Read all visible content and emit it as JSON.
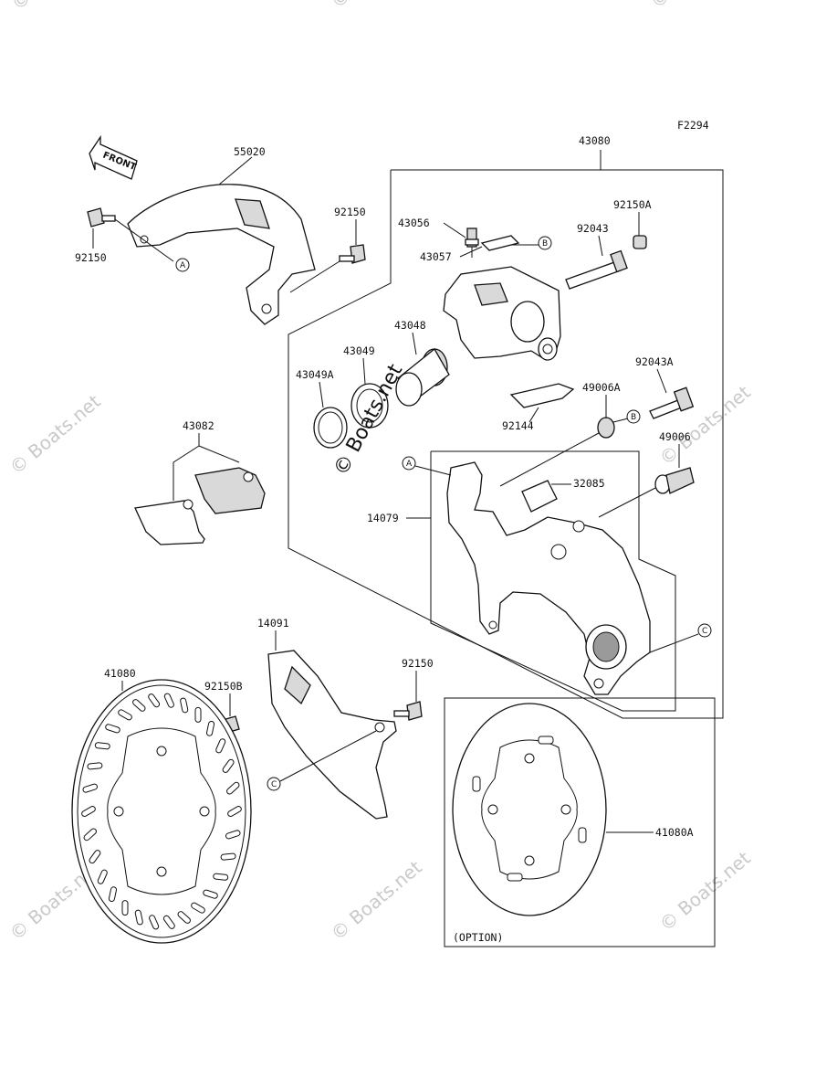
{
  "figure_code": "F2294",
  "front_label": "FRONT",
  "option_label": "(OPTION)",
  "watermark": "© Boats.net",
  "parts": {
    "p55020": "55020",
    "p43080": "43080",
    "p92150_tl": "92150",
    "p92150_tr": "92150",
    "p92150a": "92150A",
    "p43056": "43056",
    "p43057": "43057",
    "p92043": "92043",
    "p43048": "43048",
    "p43049": "43049",
    "p43049a": "43049A",
    "p92043a": "92043A",
    "p49006a": "49006A",
    "p43082": "43082",
    "p92144": "92144",
    "p49006": "49006",
    "p32085": "32085",
    "p14079": "14079",
    "p14091": "14091",
    "p41080": "41080",
    "p92150b": "92150B",
    "p92150_b": "92150",
    "p41080a": "41080A"
  },
  "refs": {
    "a": "A",
    "b": "B",
    "c": "C"
  }
}
